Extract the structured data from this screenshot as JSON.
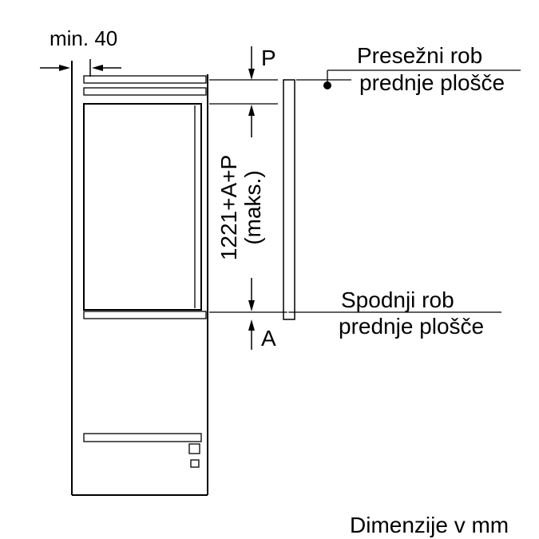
{
  "diagram": {
    "min_gap_label": "min. 40",
    "p_label": "P",
    "a_label": "A",
    "height_dim_label_line1": "1221+A+P",
    "height_dim_label_line2": "(maks.)",
    "top_edge_note_line1": "Presežni rob",
    "top_edge_note_line2": "prednje plošče",
    "bottom_edge_note_line1": "Spodnji rob",
    "bottom_edge_note_line2": "prednje plošče",
    "units_note": "Dimenzije v mm",
    "colors": {
      "line": "#000000",
      "panel_fill": "#c8c8c8",
      "door_fill": "#ffffff",
      "background": "#ffffff"
    }
  }
}
